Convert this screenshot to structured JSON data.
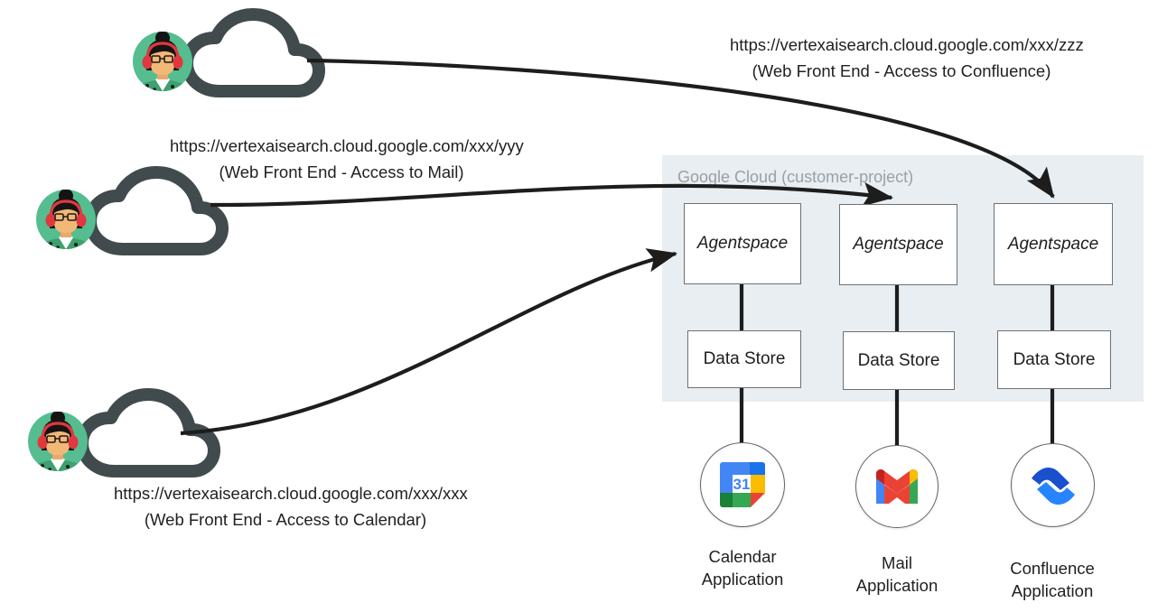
{
  "diagram": {
    "title_region": "Google Cloud (customer-project)",
    "region_color": "#e8eef1",
    "actors": [
      {
        "id": "user-confluence",
        "avatar_icon": "user-avatar-icon",
        "cloud_icon": "cloud-icon",
        "url": "https://vertexaisearch.cloud.google.com/xxx/zzz",
        "caption": "(Web Front End - Access to Confluence)"
      },
      {
        "id": "user-mail",
        "avatar_icon": "user-avatar-icon",
        "cloud_icon": "cloud-icon",
        "url": "https://vertexaisearch.cloud.google.com/xxx/yyy",
        "caption": "(Web Front End - Access to Mail)"
      },
      {
        "id": "user-calendar",
        "avatar_icon": "user-avatar-icon",
        "cloud_icon": "cloud-icon",
        "url": "https://vertexaisearch.cloud.google.com/xxx/xxx",
        "caption": "(Web Front End - Access to Calendar)"
      }
    ],
    "columns": [
      {
        "id": "calendar-column",
        "agentspace_label": "Agentspace",
        "datastore_label": "Data Store",
        "app_icon": "google-calendar-icon",
        "app_caption_line1": "Calendar",
        "app_caption_line2": "Application"
      },
      {
        "id": "mail-column",
        "agentspace_label": "Agentspace",
        "datastore_label": "Data Store",
        "app_icon": "gmail-icon",
        "app_caption_line1": "Mail",
        "app_caption_line2": "Application"
      },
      {
        "id": "confluence-column",
        "agentspace_label": "Agentspace",
        "datastore_label": "Data Store",
        "app_icon": "confluence-icon",
        "app_caption_line1": "Confluence",
        "app_caption_line2": "Application"
      }
    ],
    "colors": {
      "cloud_stroke": "#414b4d",
      "avatar_bg": "#55bd8f",
      "box_border": "#6b7176",
      "connector": "#1d1d1d",
      "region_label": "#9aa0a6",
      "gmail_red": "#ea4335",
      "gmail_blue": "#4285f4",
      "gmail_green": "#34a853",
      "gmail_yellow": "#fbbc04",
      "confluence_dark": "#1a4fcd",
      "confluence_light": "#2684ff"
    }
  }
}
